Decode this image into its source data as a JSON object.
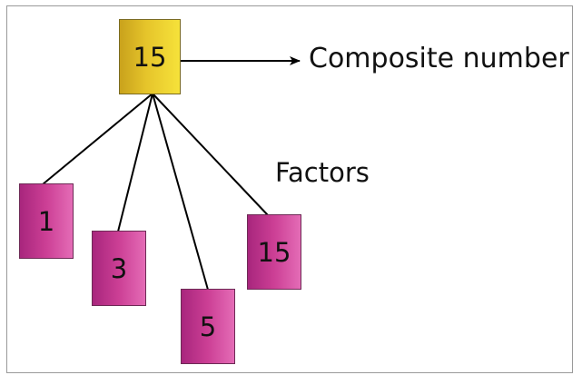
{
  "diagram": {
    "root": {
      "value": "15",
      "color": "#e6c52b"
    },
    "composite_label": "Composite number",
    "factors_label": "Factors",
    "factors": [
      {
        "value": "1"
      },
      {
        "value": "3"
      },
      {
        "value": "5"
      },
      {
        "value": "15"
      }
    ],
    "factor_color": "#cc3f95"
  }
}
